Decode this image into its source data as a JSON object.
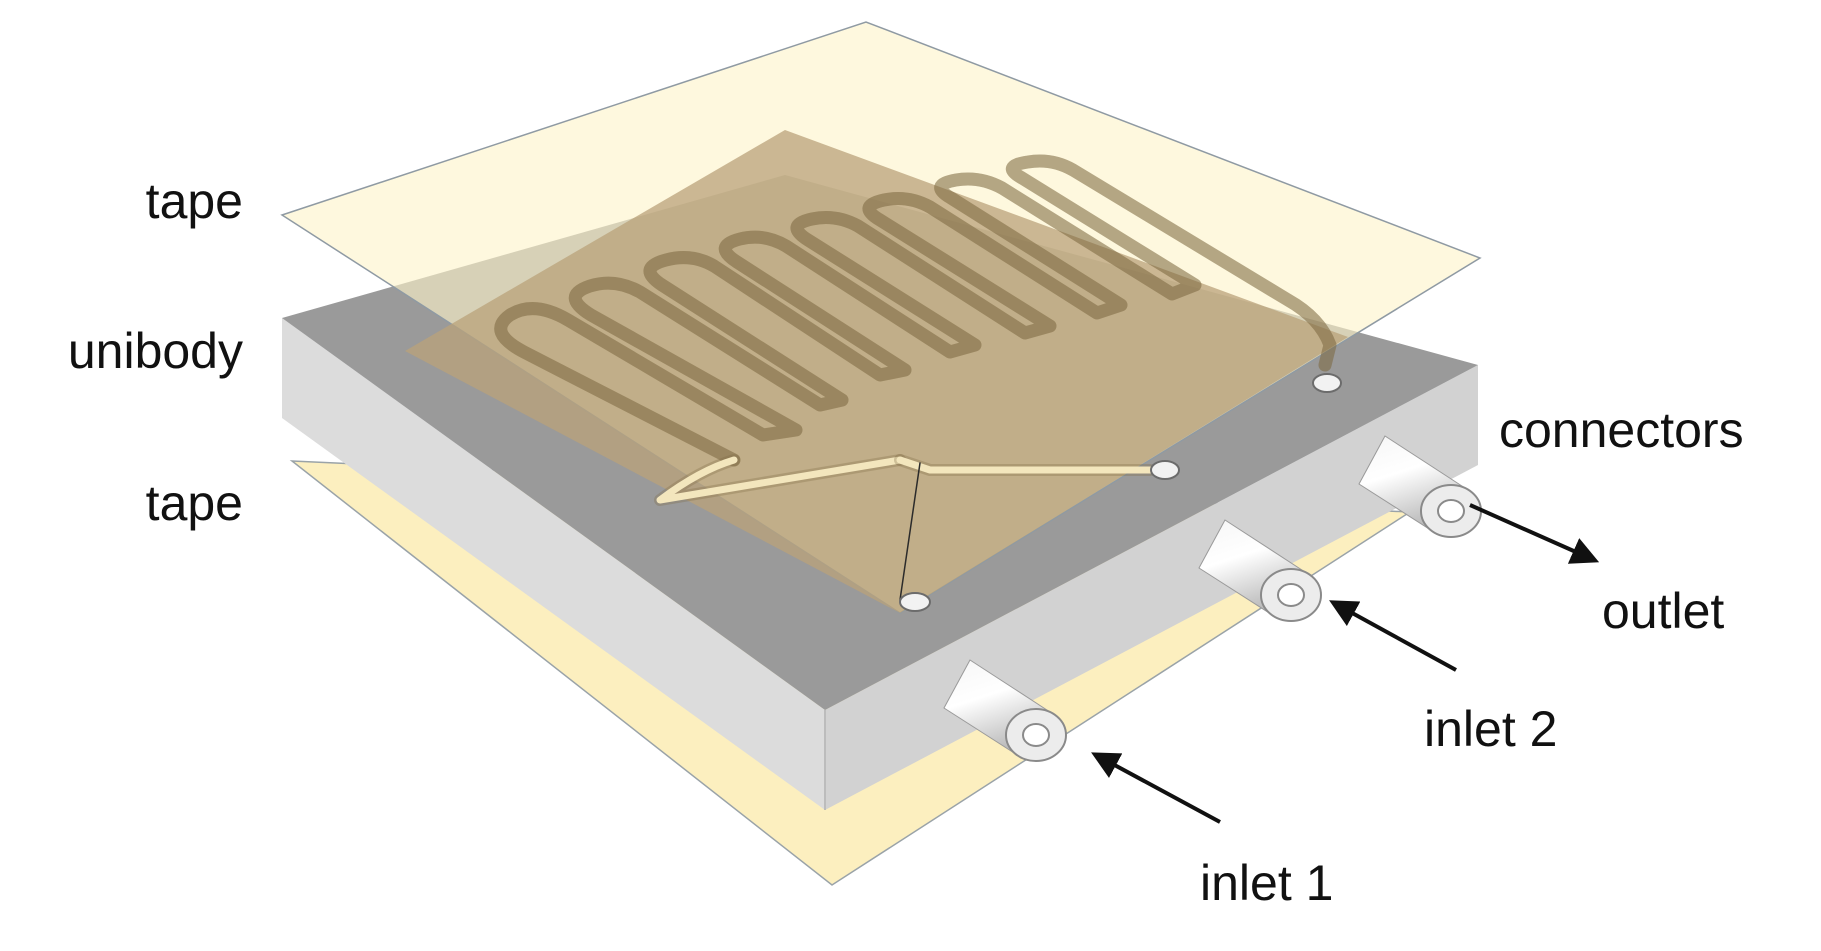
{
  "labels": {
    "tape_top": "tape",
    "unibody": "unibody",
    "tape_bottom": "tape",
    "connectors": "connectors",
    "outlet": "outlet",
    "inlet_2": "inlet 2",
    "inlet_1": "inlet 1"
  },
  "colors": {
    "tape_top": "#fdf3c9",
    "tape_bottom": "#fcefbf",
    "unibody_top": "#9a9a9a",
    "unibody_side": "#d8d8d8",
    "channel": "#f3e6bd",
    "overlap": "#c4b28f",
    "arrow": "#111111"
  }
}
